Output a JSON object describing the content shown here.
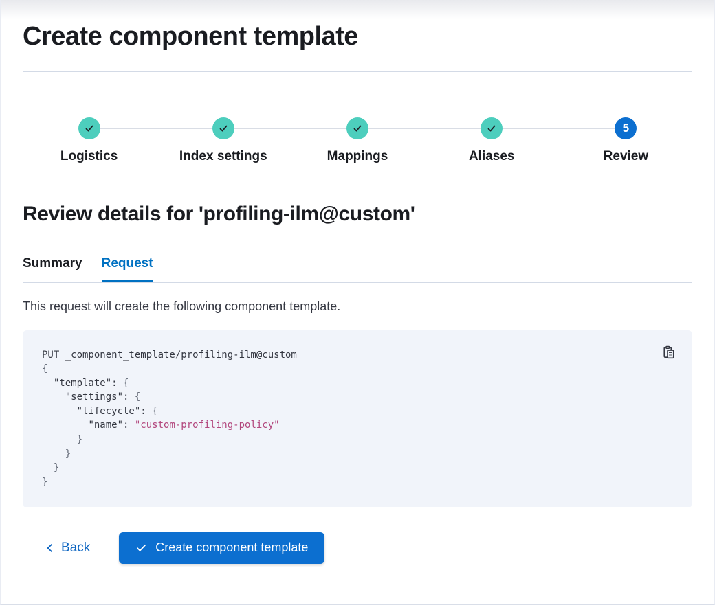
{
  "header": {
    "title": "Create component template"
  },
  "stepper": {
    "steps": [
      {
        "label": "Logistics",
        "status": "complete"
      },
      {
        "label": "Index settings",
        "status": "complete"
      },
      {
        "label": "Mappings",
        "status": "complete"
      },
      {
        "label": "Aliases",
        "status": "complete"
      },
      {
        "label": "Review",
        "status": "current",
        "number": "5"
      }
    ]
  },
  "review": {
    "heading": "Review details for 'profiling-ilm@custom'",
    "tabs": [
      {
        "label": "Summary",
        "selected": false
      },
      {
        "label": "Request",
        "selected": true
      }
    ],
    "description": "This request will create the following component template."
  },
  "code_block": {
    "copy_icon": "copy-clipboard-icon",
    "lines": [
      [
        {
          "t": "PUT _component_template/profiling-ilm@custom",
          "c": "plain"
        }
      ],
      [
        {
          "t": "{",
          "c": "punct"
        }
      ],
      [
        {
          "t": "  ",
          "c": "plain"
        },
        {
          "t": "\"template\"",
          "c": "key"
        },
        {
          "t": ": ",
          "c": "plain"
        },
        {
          "t": "{",
          "c": "punct"
        }
      ],
      [
        {
          "t": "    ",
          "c": "plain"
        },
        {
          "t": "\"settings\"",
          "c": "key"
        },
        {
          "t": ": ",
          "c": "plain"
        },
        {
          "t": "{",
          "c": "punct"
        }
      ],
      [
        {
          "t": "      ",
          "c": "plain"
        },
        {
          "t": "\"lifecycle\"",
          "c": "key"
        },
        {
          "t": ": ",
          "c": "plain"
        },
        {
          "t": "{",
          "c": "punct"
        }
      ],
      [
        {
          "t": "        ",
          "c": "plain"
        },
        {
          "t": "\"name\"",
          "c": "key"
        },
        {
          "t": ": ",
          "c": "plain"
        },
        {
          "t": "\"custom-profiling-policy\"",
          "c": "string"
        }
      ],
      [
        {
          "t": "      }",
          "c": "punct"
        }
      ],
      [
        {
          "t": "    }",
          "c": "punct"
        }
      ],
      [
        {
          "t": "  }",
          "c": "punct"
        }
      ],
      [
        {
          "t": "}",
          "c": "punct"
        }
      ]
    ]
  },
  "footer": {
    "back_label": "Back",
    "create_label": "Create component template"
  },
  "colors": {
    "primary": "#0C6FD0",
    "link": "#0B64C1",
    "success_teal": "#4DCEBD",
    "code_string": "#B2477D",
    "code_bg": "#F1F4FA"
  }
}
